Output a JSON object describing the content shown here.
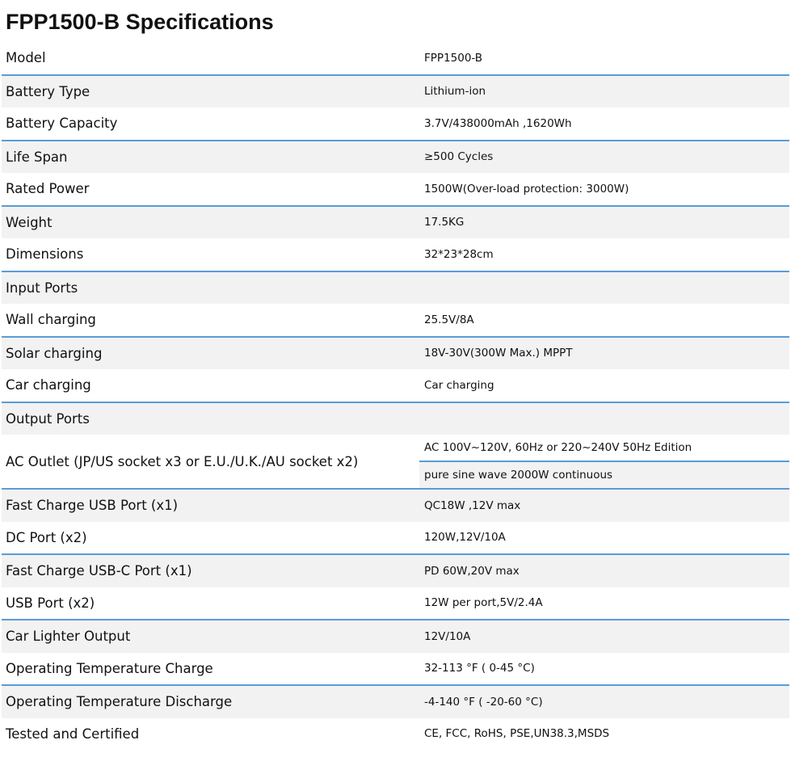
{
  "title": "FPP1500-B Specifications",
  "rows": [
    {
      "label": "Model",
      "value": "FPP1500-B"
    },
    {
      "label": "Battery Type",
      "value": "Lithium-ion"
    },
    {
      "label": "Battery Capacity",
      "value": "3.7V/438000mAh ,1620Wh"
    },
    {
      "label": "Life Span",
      "value": "≥500 Cycles"
    },
    {
      "label": "Rated Power",
      "value": "1500W(Over-load protection: 3000W)"
    },
    {
      "label": "Weight",
      "value": "17.5KG"
    },
    {
      "label": "Dimensions",
      "value": "32*23*28cm"
    },
    {
      "label": "Input Ports",
      "value": ""
    },
    {
      "label": "Wall charging",
      "value": "25.5V/8A"
    },
    {
      "label": "Solar charging",
      "value": "18V-30V(300W Max.) MPPT"
    },
    {
      "label": "Car charging",
      "value": "Car charging"
    },
    {
      "label": "Output Ports",
      "value": ""
    },
    {
      "label": "AC Outlet (JP/US socket x3 or E.U./U.K./AU socket x2)",
      "value": "AC 100V~120V, 60Hz or 220~240V 50Hz Edition",
      "value2": "pure sine wave 2000W continuous"
    },
    {
      "label": "Fast Charge USB Port (x1)",
      "value": "QC18W ,12V max"
    },
    {
      "label": "DC Port (x2)",
      "value": "120W,12V/10A"
    },
    {
      "label": "Fast Charge USB-C Port (x1)",
      "value": "PD 60W,20V max"
    },
    {
      "label": "USB Port (x2)",
      "value": "12W per port,5V/2.4A"
    },
    {
      "label": "Car Lighter Output",
      "value": "12V/10A"
    },
    {
      "label": "Operating Temperature Charge",
      "value": "32-113 °F ( 0-45 °C)"
    },
    {
      "label": "Operating Temperature Discharge",
      "value": "-4-140 °F ( -20-60 °C)"
    },
    {
      "label": "Tested and Certified",
      "value": "CE, FCC, RoHS, PSE,UN38.3,MSDS"
    }
  ],
  "colors": {
    "stripe": "#f2f2f2",
    "rule": "#5b9bd5"
  }
}
